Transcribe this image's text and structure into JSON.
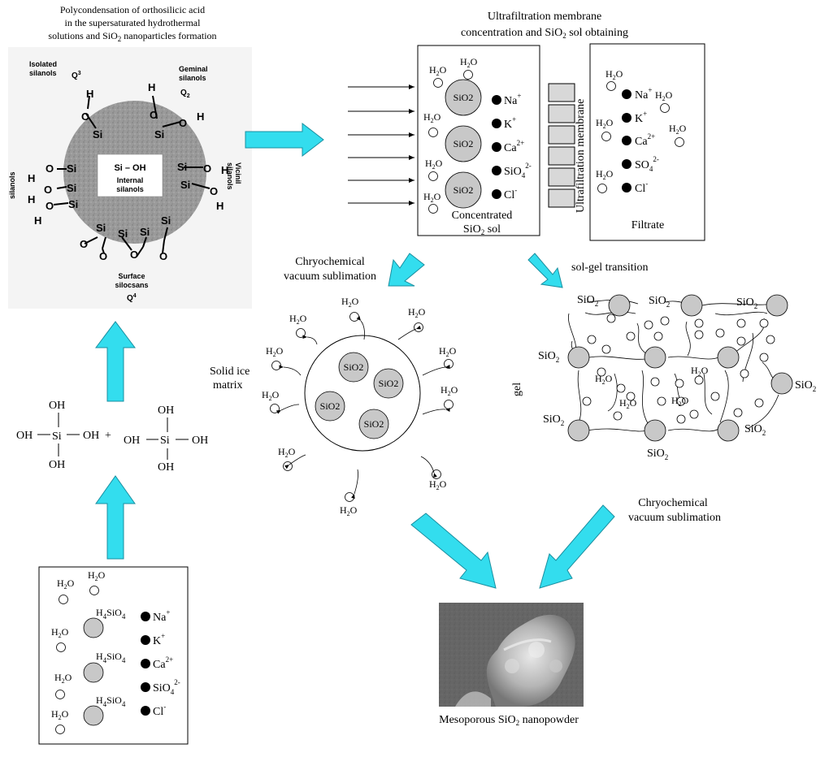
{
  "title_poly": [
    "Polycondensation of orthosilicic acid",
    "in the supersaturated hydrothermal",
    "solutions and SiO",
    "2",
    " nanoparticles formation"
  ],
  "title_uf": [
    "Ultrafiltration membrane",
    "concentration and SiO",
    "2",
    " sol obtaining"
  ],
  "particle": {
    "isolated": [
      "Isolated",
      "silanols"
    ],
    "q3": "Q",
    "q3_sup": "3",
    "geminal": [
      "Geminal",
      "silanols"
    ],
    "q2": "Q",
    "q2_sub": "2",
    "silanols": "silanols",
    "vicinal": [
      "Vicinil",
      "silanols"
    ],
    "internal_formula": "Si – OH",
    "internal_label": [
      "Internal",
      "silanols"
    ],
    "surface": [
      "Surface",
      "silocsans"
    ],
    "q4": "Q",
    "q4_sup": "4",
    "si": "Si",
    "o": "O",
    "h": "H"
  },
  "water": "H",
  "water_sub": "2",
  "water_o": "O",
  "sio2": "SiO2",
  "sio2_main": "SiO",
  "sio2_sub": "2",
  "ions_sol": [
    {
      "base": "Na",
      "sup": "+",
      "sub": ""
    },
    {
      "base": "K",
      "sup": "+",
      "sub": ""
    },
    {
      "base": "Ca",
      "sup": "2+",
      "sub": ""
    },
    {
      "base": "SiO",
      "sup": "2-",
      "sub": "4"
    },
    {
      "base": "Cl",
      "sup": "-",
      "sub": ""
    }
  ],
  "ions_filtrate": [
    {
      "base": "Na",
      "sup": "+",
      "sub": ""
    },
    {
      "base": "K",
      "sup": "+",
      "sub": ""
    },
    {
      "base": "Ca",
      "sup": "2+",
      "sub": ""
    },
    {
      "base": "SO",
      "sup": "2-",
      "sub": "4"
    },
    {
      "base": "Cl",
      "sup": "-",
      "sub": ""
    }
  ],
  "concentrated_label": [
    "Concentrated",
    "SiO",
    "2",
    " sol"
  ],
  "membrane_label": "Ultrafiltration membrane",
  "filtrate_label": "Filtrate",
  "sublimation_label": [
    "Chryochemical",
    "vacuum sublimation"
  ],
  "solgel_label": "sol-gel transition",
  "solid_ice_label": [
    "Solid ice",
    "matrix"
  ],
  "gel_label": "gel",
  "h4sio4": "H",
  "h4sio4_sub": "4",
  "h4sio4_rest": "SiO",
  "h4sio4_sub2": "4",
  "acid": {
    "oh": "OH",
    "si": "Si",
    "plus": "+"
  },
  "nanopowder_label": [
    "Mesoporous SiO",
    "2",
    " nanopowder"
  ],
  "colors": {
    "arrow": "#33ddee",
    "arrow_stroke": "#1a8fa0",
    "particle": "#c8c8c8",
    "ion": "#000000",
    "sem_bg": "#4a4a4a"
  }
}
